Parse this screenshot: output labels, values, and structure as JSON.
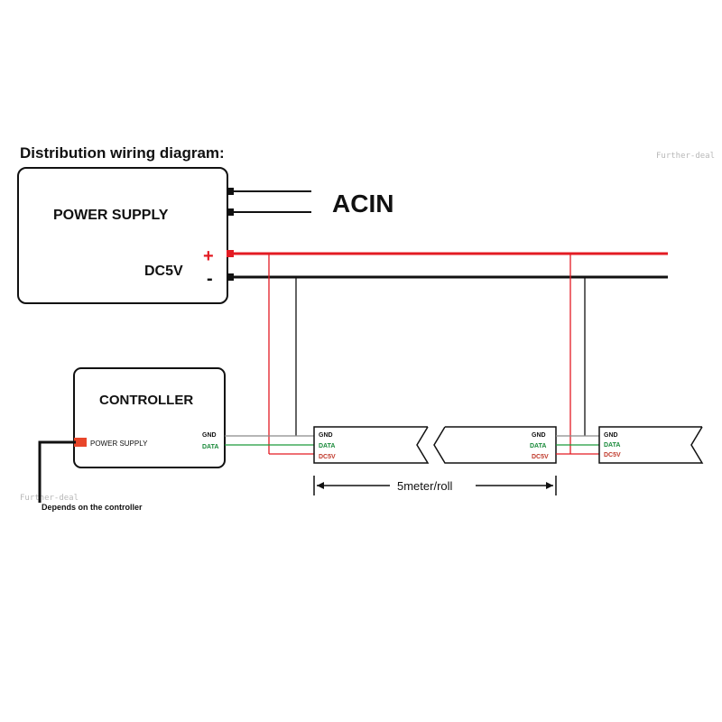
{
  "title": "Distribution wiring diagram:",
  "watermark": "Further-deal",
  "power_supply": {
    "label": "POWER SUPPLY",
    "output_label": "DC5V",
    "plus": "+",
    "minus": "-"
  },
  "acin_label": "ACIN",
  "controller": {
    "label": "CONTROLLER",
    "input_label": "POWER SUPPLY",
    "gnd": "GND",
    "data": "DATA"
  },
  "strip": {
    "gnd": "GND",
    "data": "DATA",
    "dc5v": "DC5V"
  },
  "length_label": "5meter/roll",
  "note": "Depends on the controller",
  "colors": {
    "red_wire": "#e31b23",
    "black_wire": "#111111",
    "green_wire": "#1a9a3a",
    "gray_wire": "#8a8a8a",
    "data_text": "#1a8a3a",
    "dc5v_text": "#c0392b",
    "connector": "#e8462a"
  }
}
